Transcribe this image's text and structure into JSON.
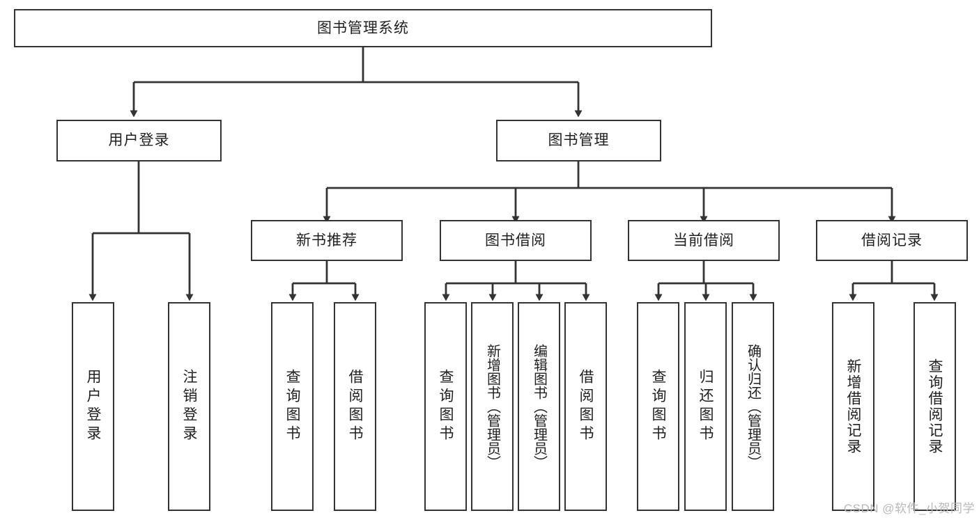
{
  "diagram": {
    "title_node": {
      "label": "图书管理系统"
    },
    "level2": [
      {
        "label": "用户登录"
      },
      {
        "label": "图书管理"
      }
    ],
    "level3": [
      {
        "label": "新书推荐"
      },
      {
        "label": "图书借阅"
      },
      {
        "label": "当前借阅"
      },
      {
        "label": "借阅记录"
      }
    ],
    "leaves": {
      "user_login": [
        {
          "label": "用户登录"
        },
        {
          "label": "注销登录"
        }
      ],
      "new_book_recommend": [
        {
          "label": "查询图书"
        },
        {
          "label": "借阅图书"
        }
      ],
      "book_borrow": [
        {
          "label": "查询图书"
        },
        {
          "label": "新增图书（管理员）"
        },
        {
          "label": "编辑图书（管理员）"
        },
        {
          "label": "借阅图书"
        }
      ],
      "current_borrow": [
        {
          "label": "查询图书"
        },
        {
          "label": "归还图书"
        },
        {
          "label": "确认归还（管理员）"
        }
      ],
      "borrow_record": [
        {
          "label": "新增借阅记录"
        },
        {
          "label": "查询借阅记录"
        }
      ]
    },
    "watermark": "CSDN @软件_小贺同学",
    "colors": {
      "background": "#ffffff",
      "box_border": "#333333",
      "connector": "#333333",
      "text": "#1f1f1f",
      "watermark": "#b8b8b8"
    }
  }
}
